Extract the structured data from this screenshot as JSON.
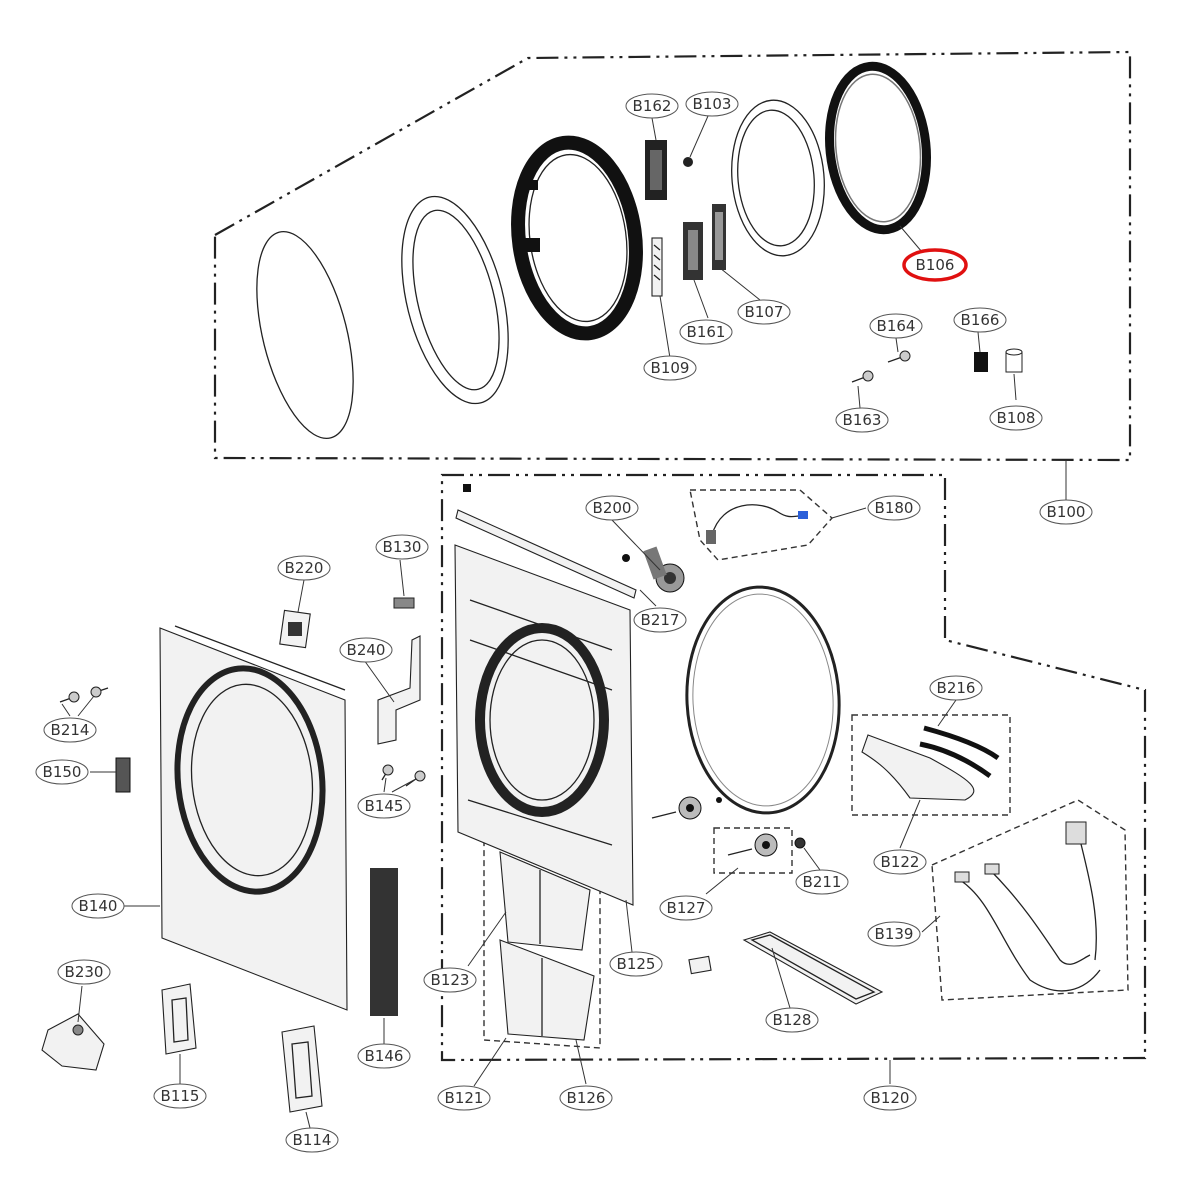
{
  "highlight": {
    "part": "B106",
    "color": "#e01010"
  },
  "labels": {
    "B100": "B100",
    "B103": "B103",
    "B106": "B106",
    "B107": "B107",
    "B108": "B108",
    "B109": "B109",
    "B114": "B114",
    "B115": "B115",
    "B120": "B120",
    "B121": "B121",
    "B122": "B122",
    "B123": "B123",
    "B125": "B125",
    "B126": "B126",
    "B127": "B127",
    "B128": "B128",
    "B130": "B130",
    "B139": "B139",
    "B140": "B140",
    "B145": "B145",
    "B146": "B146",
    "B150": "B150",
    "B161": "B161",
    "B162": "B162",
    "B163": "B163",
    "B164": "B164",
    "B166": "B166",
    "B180": "B180",
    "B200": "B200",
    "B211": "B211",
    "B214": "B214",
    "B216": "B216",
    "B217": "B217",
    "B220": "B220",
    "B230": "B230",
    "B240": "B240"
  }
}
